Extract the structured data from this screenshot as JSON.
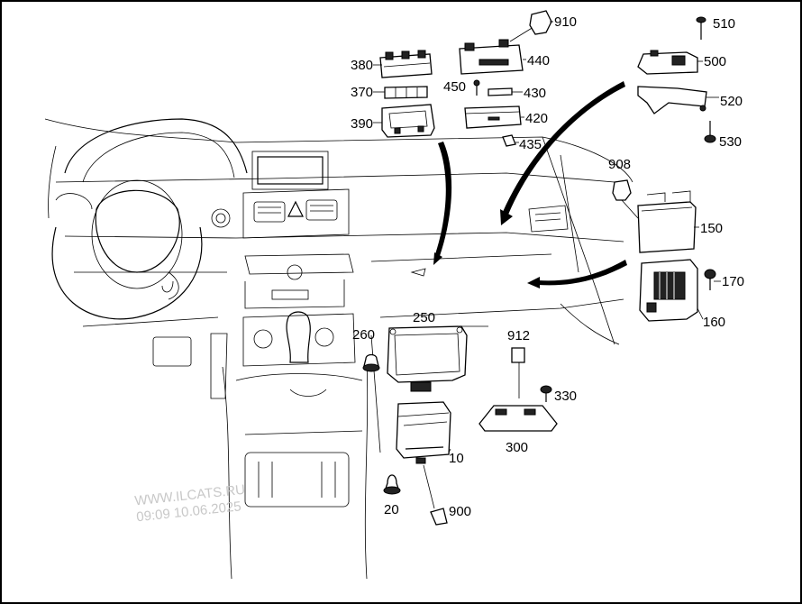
{
  "colors": {
    "ink": "#000000",
    "background": "#ffffff",
    "watermark": "#c8c8c8"
  },
  "watermark": {
    "line1": "WWW.ILCATS.RU",
    "line2": "09:09 10.06.2025"
  },
  "parts": [
    {
      "id": "10",
      "label": "10"
    },
    {
      "id": "20",
      "label": "20"
    },
    {
      "id": "150",
      "label": "150"
    },
    {
      "id": "160",
      "label": "160"
    },
    {
      "id": "170",
      "label": "170"
    },
    {
      "id": "250",
      "label": "250"
    },
    {
      "id": "260",
      "label": "260"
    },
    {
      "id": "300",
      "label": "300"
    },
    {
      "id": "330",
      "label": "330"
    },
    {
      "id": "370",
      "label": "370"
    },
    {
      "id": "380",
      "label": "380"
    },
    {
      "id": "390",
      "label": "390"
    },
    {
      "id": "420",
      "label": "420"
    },
    {
      "id": "430",
      "label": "430"
    },
    {
      "id": "435",
      "label": "435"
    },
    {
      "id": "440",
      "label": "440"
    },
    {
      "id": "450",
      "label": "450"
    },
    {
      "id": "500",
      "label": "500"
    },
    {
      "id": "510",
      "label": "510"
    },
    {
      "id": "520",
      "label": "520"
    },
    {
      "id": "530",
      "label": "530"
    },
    {
      "id": "900",
      "label": "900"
    },
    {
      "id": "908",
      "label": "908"
    },
    {
      "id": "910",
      "label": "910"
    },
    {
      "id": "912",
      "label": "912"
    }
  ]
}
